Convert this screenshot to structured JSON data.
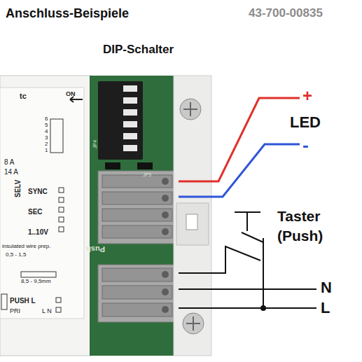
{
  "diagram": {
    "title": "Anschluss-Beispiele",
    "labels": [
      "43-700-00835",
      "DIP-Schalter",
      "+",
      "LED",
      "-",
      "Taster (Push)",
      "N",
      "L",
      "tc",
      "ON",
      "6",
      "5",
      "4",
      "3",
      "2",
      "1",
      "8 A",
      "14 A",
      "SELV",
      "SYNC",
      "SEC",
      "1..10V",
      "insulated wire prep.",
      "0,5 - 1,5",
      "8,5 - 9,5mm",
      "PUSH L",
      "PRI",
      "L N",
      "Push",
      "JP4",
      "JP5"
    ]
  }
}
